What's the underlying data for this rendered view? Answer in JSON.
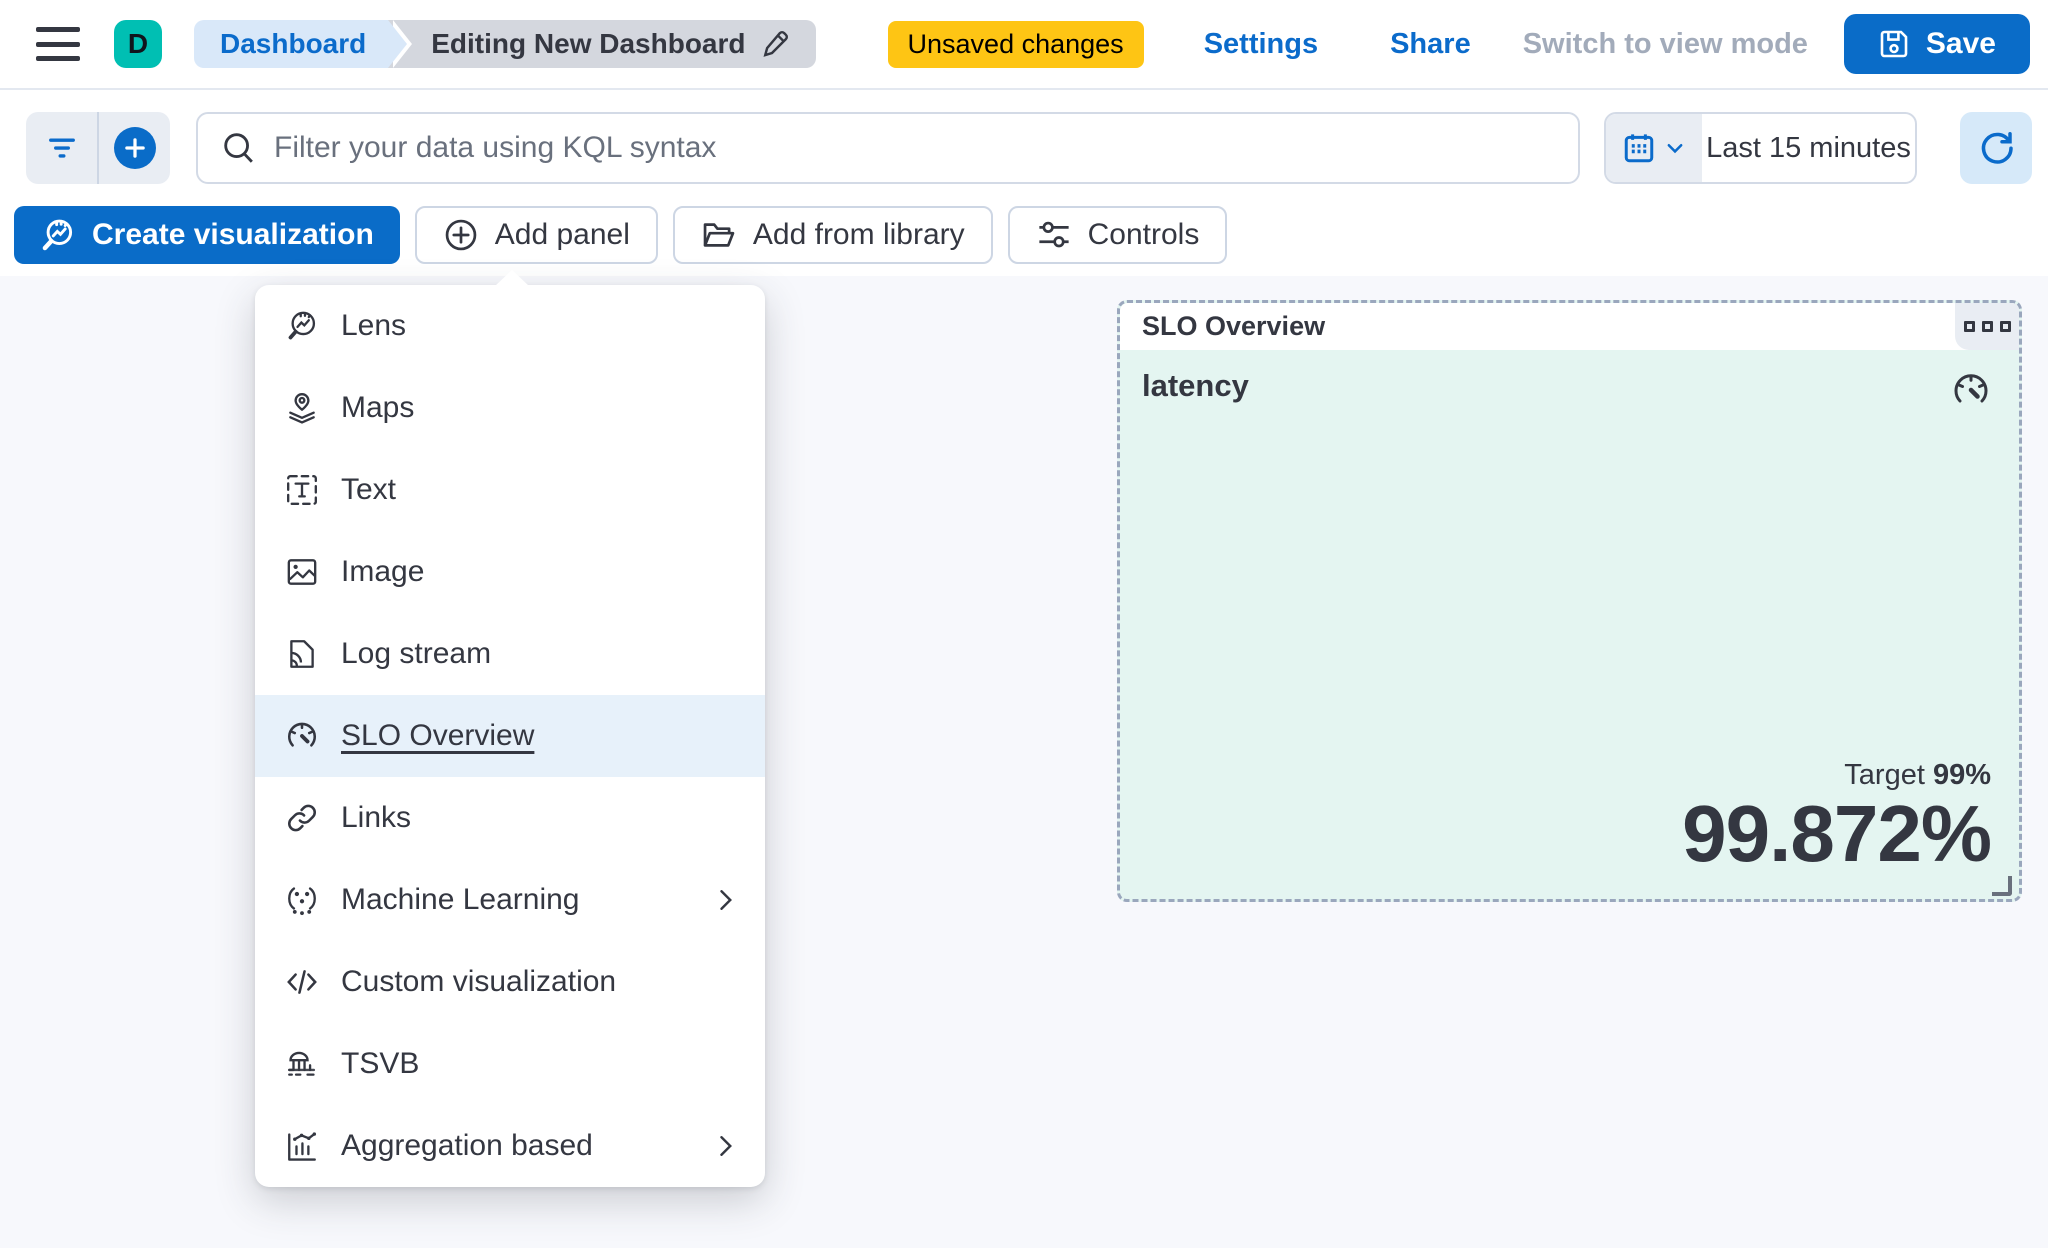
{
  "header": {
    "logo_letter": "D",
    "menu_icon": "hamburger-icon",
    "breadcrumbs": [
      {
        "label": "Dashboard"
      },
      {
        "label": "Editing New Dashboard",
        "edit_icon": "pencil-icon"
      }
    ],
    "unsaved_badge": "Unsaved changes",
    "settings_label": "Settings",
    "share_label": "Share",
    "switch_view_label": "Switch to view mode",
    "save_label": "Save",
    "save_icon": "save-icon"
  },
  "query_bar": {
    "filter_icon": "filter-icon",
    "add_filter_icon": "plus-icon",
    "search_icon": "search-icon",
    "search_placeholder": "Filter your data using KQL syntax",
    "search_value": "",
    "calendar_icon": "calendar-icon",
    "time_range": "Last 15 minutes",
    "refresh_icon": "refresh-icon"
  },
  "toolbar": {
    "create_visualization_label": "Create visualization",
    "create_visualization_icon": "lens-icon",
    "add_panel_label": "Add panel",
    "add_panel_icon": "plus-circle-icon",
    "add_from_library_label": "Add from library",
    "add_from_library_icon": "folder-open-icon",
    "controls_label": "Controls",
    "controls_icon": "sliders-icon"
  },
  "add_panel_menu": {
    "items": [
      {
        "label": "Lens",
        "icon": "lens-icon"
      },
      {
        "label": "Maps",
        "icon": "maps-icon"
      },
      {
        "label": "Text",
        "icon": "text-icon"
      },
      {
        "label": "Image",
        "icon": "image-icon"
      },
      {
        "label": "Log stream",
        "icon": "log-stream-icon"
      },
      {
        "label": "SLO Overview",
        "icon": "gauge-icon",
        "highlighted": true
      },
      {
        "label": "Links",
        "icon": "link-icon"
      },
      {
        "label": "Machine Learning",
        "icon": "machine-learning-icon",
        "has_submenu": true
      },
      {
        "label": "Custom visualization",
        "icon": "code-icon"
      },
      {
        "label": "TSVB",
        "icon": "tsvb-icon"
      },
      {
        "label": "Aggregation based",
        "icon": "aggregation-icon",
        "has_submenu": true
      }
    ]
  },
  "slo_panel": {
    "title": "SLO Overview",
    "options_icon": "panel-options-icon",
    "metric_name": "latency",
    "metric_icon": "gauge-icon",
    "target_label": "Target",
    "target_value": "99%",
    "value": "99.872%"
  },
  "colors": {
    "primary_blue": "#0A6CC8",
    "link_blue": "#0B6BCB",
    "teal_brand": "#00BFB3",
    "warning_yellow": "#FEC514",
    "text": "#343741",
    "subdued_text": "#69707D",
    "disabled_text": "#A2ABBA",
    "border": "#D3DAE6",
    "panel_mint": "#E4F5F1",
    "canvas_bg": "#F7F8FC",
    "menu_highlight": "#E7F1FA"
  }
}
